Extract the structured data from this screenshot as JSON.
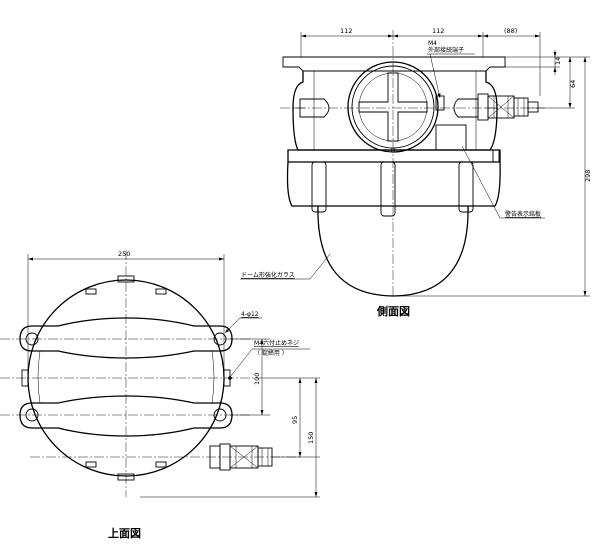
{
  "side_view": {
    "title": "側面図",
    "dims": {
      "left_width": "112",
      "right_width": "112",
      "gland_width": "(88)",
      "h14": "14",
      "h64": "64",
      "h298": "298"
    },
    "labels": {
      "m4": "M4",
      "ground_terminal": "外部接続端子",
      "warning_plate": "警告表示銘板",
      "glass": "ドーム形強化ガラス"
    }
  },
  "top_view": {
    "title": "上面図",
    "dims": {
      "width": "250",
      "hole": "4-φ12",
      "d100": "100",
      "d95": "95",
      "d150": "150"
    },
    "labels": {
      "setscrew": "M4六付止めネジ",
      "setscrew_note": "（ 錠締用 ）"
    }
  }
}
